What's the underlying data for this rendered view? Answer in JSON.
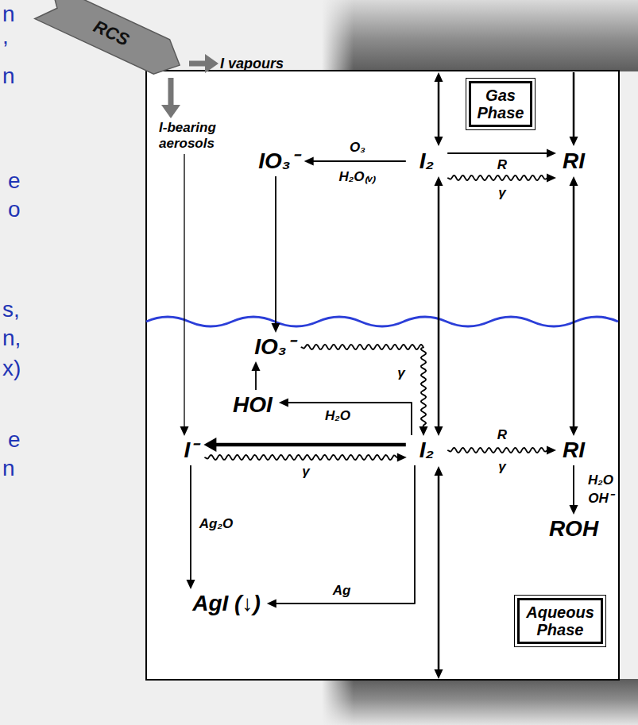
{
  "diagram": {
    "nodes": [
      {
        "text": [
          "RCS"
        ]
      },
      {
        "text": [
          "I vapours"
        ]
      },
      {
        "text": [
          "Gas Phase"
        ]
      },
      {
        "text": [
          "I-bearing aerosols"
        ]
      },
      {
        "text": [
          "IO₃⁻"
        ]
      },
      {
        "text": [
          "I₂"
        ]
      },
      {
        "text": [
          "RI"
        ]
      },
      {
        "text": [
          "IO₃⁻"
        ]
      },
      {
        "text": [
          "HOI"
        ]
      },
      {
        "text": [
          "I⁻"
        ]
      },
      {
        "text": [
          "I₂"
        ]
      },
      {
        "text": [
          "RI"
        ]
      },
      {
        "text": [
          "ROH"
        ]
      },
      {
        "text": [
          "AgI (↓)"
        ]
      },
      {
        "text": [
          "Aqueous Phase"
        ]
      }
    ],
    "edges": [
      {
        "from": 0,
        "to": 1,
        "arrow": "to"
      },
      {
        "from": 0,
        "to": 3,
        "arrow": "to"
      },
      {
        "from": 5,
        "to": 4,
        "label": "O₃",
        "arrow": "to"
      },
      {
        "from": 5,
        "to": 6,
        "label": "R",
        "arrow": "to"
      },
      {
        "from": 5,
        "to": 6,
        "label": "γ",
        "arrow": "to"
      },
      {
        "from": 4,
        "to": 7,
        "arrow": "to"
      },
      {
        "from": 5,
        "to": 10,
        "arrow": "both"
      },
      {
        "from": 6,
        "to": 11,
        "arrow": "both"
      },
      {
        "from": 3,
        "to": 9,
        "arrow": "to"
      },
      {
        "from": 7,
        "to": 10,
        "label": "γ",
        "arrow": "to"
      },
      {
        "from": 8,
        "to": 7,
        "arrow": "to"
      },
      {
        "from": 10,
        "to": 8,
        "label": "H₂O",
        "arrow": "to"
      },
      {
        "from": 10,
        "to": 9,
        "arrow": "to"
      },
      {
        "from": 9,
        "to": 10,
        "label": "γ",
        "arrow": "to"
      },
      {
        "from": 10,
        "to": 11,
        "label": "R",
        "arrow": "to"
      },
      {
        "from": 11,
        "to": 12,
        "label": "H₂O",
        "arrow": "to"
      },
      {
        "from": 9,
        "to": 13,
        "label": "Ag₂O",
        "arrow": "to"
      },
      {
        "from": 10,
        "to": 13,
        "label": "Ag",
        "arrow": "to"
      }
    ],
    "labels": [
      "H₂O₍ᵥ₎",
      "γ",
      "OH⁻",
      "n",
      ",",
      "n",
      "e",
      "o",
      "s,",
      "n,",
      "x)",
      "e",
      "n"
    ]
  }
}
